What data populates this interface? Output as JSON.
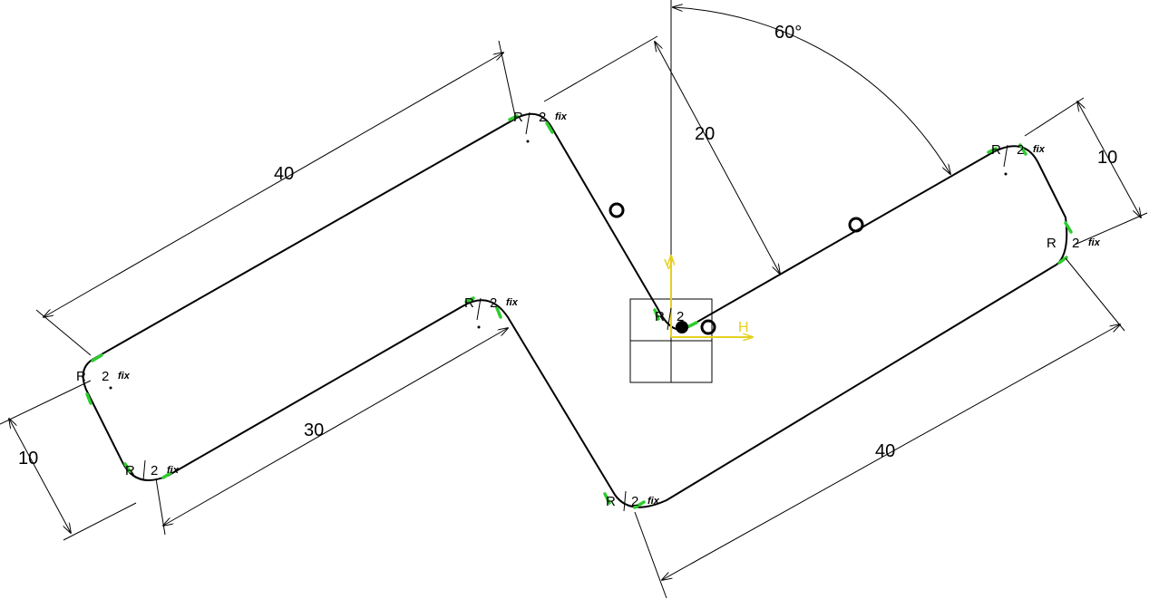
{
  "sketch": {
    "dimensions": {
      "top_left_length": "40",
      "bottom_left_length": "30",
      "bottom_right_length": "40",
      "left_width": "10",
      "right_width": "10",
      "offset": "20",
      "angle": "60°"
    },
    "fillet_label": "R",
    "fillet_radius": "2",
    "fix_label": "fix",
    "axis_h": "H",
    "axis_v": "V"
  },
  "colors": {
    "profile": "#000000",
    "constraint": "#2fcc2f",
    "axis": "#e6d020",
    "background": "#ffffff"
  }
}
